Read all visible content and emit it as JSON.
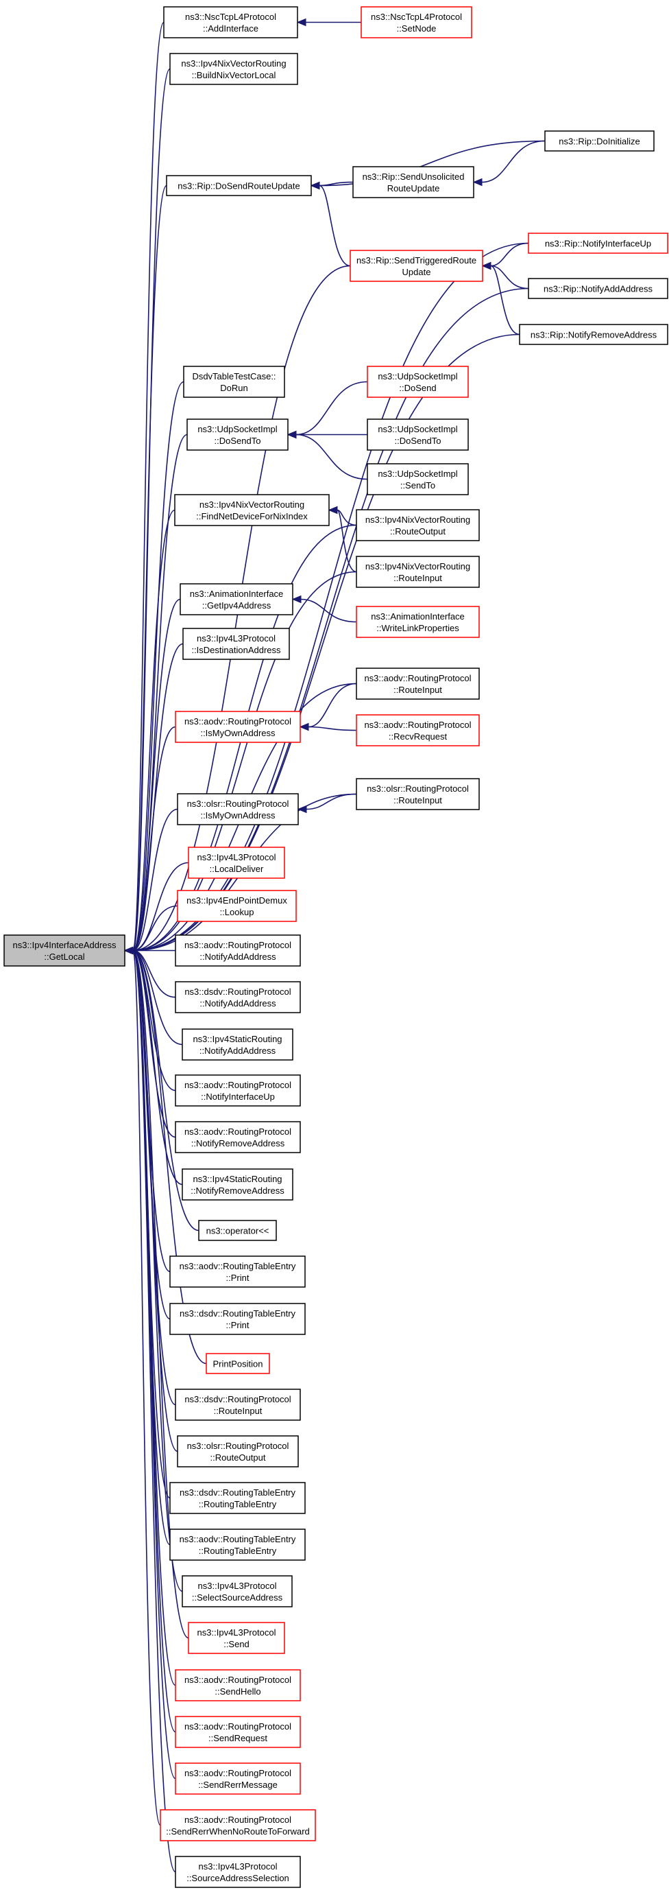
{
  "colors": {
    "edge": "#191970",
    "red_border": "#ff0000",
    "black_border": "#000000",
    "root_fill": "#bfbfbf"
  },
  "nodes": {
    "root": {
      "lines": [
        "ns3::Ipv4InterfaceAddress",
        "::GetLocal"
      ],
      "style": "root"
    },
    "nsc_add": {
      "lines": [
        "ns3::NscTcpL4Protocol",
        "::AddInterface"
      ],
      "style": "black"
    },
    "nsc_setnode": {
      "lines": [
        "ns3::NscTcpL4Protocol",
        "::SetNode"
      ],
      "style": "red"
    },
    "nix_build": {
      "lines": [
        "ns3::Ipv4NixVectorRouting",
        "::BuildNixVectorLocal"
      ],
      "style": "black"
    },
    "rip_doinit": {
      "lines": [
        "ns3::Rip::DoInitialize"
      ],
      "style": "black"
    },
    "rip_dosend": {
      "lines": [
        "ns3::Rip::DoSendRouteUpdate"
      ],
      "style": "black"
    },
    "rip_sendunsol": {
      "lines": [
        "ns3::Rip::SendUnsolicited",
        "RouteUpdate"
      ],
      "style": "black"
    },
    "rip_trig": {
      "lines": [
        "ns3::Rip::SendTriggeredRoute",
        "Update"
      ],
      "style": "red"
    },
    "rip_ifup": {
      "lines": [
        "ns3::Rip::NotifyInterfaceUp"
      ],
      "style": "red"
    },
    "rip_addaddr": {
      "lines": [
        "ns3::Rip::NotifyAddAddress"
      ],
      "style": "black"
    },
    "rip_remaddr": {
      "lines": [
        "ns3::Rip::NotifyRemoveAddress"
      ],
      "style": "black"
    },
    "dsdv_test": {
      "lines": [
        "DsdvTableTestCase::",
        "DoRun"
      ],
      "style": "black"
    },
    "udp_dosendto": {
      "lines": [
        "ns3::UdpSocketImpl",
        "::DoSendTo"
      ],
      "style": "black"
    },
    "udp_dosend": {
      "lines": [
        "ns3::UdpSocketImpl",
        "::DoSend"
      ],
      "style": "red"
    },
    "udp_dosendto2": {
      "lines": [
        "ns3::UdpSocketImpl",
        "::DoSendTo"
      ],
      "style": "black"
    },
    "udp_sendto": {
      "lines": [
        "ns3::UdpSocketImpl",
        "::SendTo"
      ],
      "style": "black"
    },
    "nix_find": {
      "lines": [
        "ns3::Ipv4NixVectorRouting",
        "::FindNetDeviceForNixIndex"
      ],
      "style": "black"
    },
    "nix_routeout": {
      "lines": [
        "ns3::Ipv4NixVectorRouting",
        "::RouteOutput"
      ],
      "style": "black"
    },
    "nix_routein": {
      "lines": [
        "ns3::Ipv4NixVectorRouting",
        "::RouteInput"
      ],
      "style": "black"
    },
    "anim_get": {
      "lines": [
        "ns3::AnimationInterface",
        "::GetIpv4Address"
      ],
      "style": "black"
    },
    "anim_write": {
      "lines": [
        "ns3::AnimationInterface",
        "::WriteLinkProperties"
      ],
      "style": "red"
    },
    "l3_isdest": {
      "lines": [
        "ns3::Ipv4L3Protocol",
        "::IsDestinationAddress"
      ],
      "style": "black"
    },
    "aodv_routein": {
      "lines": [
        "ns3::aodv::RoutingProtocol",
        "::RouteInput"
      ],
      "style": "black"
    },
    "aodv_ismy": {
      "lines": [
        "ns3::aodv::RoutingProtocol",
        "::IsMyOwnAddress"
      ],
      "style": "red"
    },
    "aodv_recvreq": {
      "lines": [
        "ns3::aodv::RoutingProtocol",
        "::RecvRequest"
      ],
      "style": "red"
    },
    "olsr_routein": {
      "lines": [
        "ns3::olsr::RoutingProtocol",
        "::RouteInput"
      ],
      "style": "black"
    },
    "olsr_ismy": {
      "lines": [
        "ns3::olsr::RoutingProtocol",
        "::IsMyOwnAddress"
      ],
      "style": "black"
    },
    "l3_local": {
      "lines": [
        "ns3::Ipv4L3Protocol",
        "::LocalDeliver"
      ],
      "style": "red"
    },
    "epd_lookup": {
      "lines": [
        "ns3::Ipv4EndPointDemux",
        "::Lookup"
      ],
      "style": "red"
    },
    "aodv_notifyadd": {
      "lines": [
        "ns3::aodv::RoutingProtocol",
        "::NotifyAddAddress"
      ],
      "style": "black"
    },
    "dsdv_notifyadd": {
      "lines": [
        "ns3::dsdv::RoutingProtocol",
        "::NotifyAddAddress"
      ],
      "style": "black"
    },
    "static_notifyadd": {
      "lines": [
        "ns3::Ipv4StaticRouting",
        "::NotifyAddAddress"
      ],
      "style": "black"
    },
    "aodv_notifyifup": {
      "lines": [
        "ns3::aodv::RoutingProtocol",
        "::NotifyInterfaceUp"
      ],
      "style": "black"
    },
    "aodv_notifyrem": {
      "lines": [
        "ns3::aodv::RoutingProtocol",
        "::NotifyRemoveAddress"
      ],
      "style": "black"
    },
    "static_notifyrem": {
      "lines": [
        "ns3::Ipv4StaticRouting",
        "::NotifyRemoveAddress"
      ],
      "style": "black"
    },
    "op_ltlt": {
      "lines": [
        "ns3::operator<<"
      ],
      "style": "black"
    },
    "aodv_rte_print": {
      "lines": [
        "ns3::aodv::RoutingTableEntry",
        "::Print"
      ],
      "style": "black"
    },
    "dsdv_rte_print": {
      "lines": [
        "ns3::dsdv::RoutingTableEntry",
        "::Print"
      ],
      "style": "black"
    },
    "print_pos": {
      "lines": [
        "PrintPosition"
      ],
      "style": "red"
    },
    "dsdv_routein": {
      "lines": [
        "ns3::dsdv::RoutingProtocol",
        "::RouteInput"
      ],
      "style": "black"
    },
    "olsr_routeout": {
      "lines": [
        "ns3::olsr::RoutingProtocol",
        "::RouteOutput"
      ],
      "style": "black"
    },
    "dsdv_rte_ctor": {
      "lines": [
        "ns3::dsdv::RoutingTableEntry",
        "::RoutingTableEntry"
      ],
      "style": "black"
    },
    "aodv_rte_ctor": {
      "lines": [
        "ns3::aodv::RoutingTableEntry",
        "::RoutingTableEntry"
      ],
      "style": "black"
    },
    "l3_selsrc": {
      "lines": [
        "ns3::Ipv4L3Protocol",
        "::SelectSourceAddress"
      ],
      "style": "black"
    },
    "l3_send": {
      "lines": [
        "ns3::Ipv4L3Protocol",
        "::Send"
      ],
      "style": "red"
    },
    "aodv_hello": {
      "lines": [
        "ns3::aodv::RoutingProtocol",
        "::SendHello"
      ],
      "style": "red"
    },
    "aodv_sendreq": {
      "lines": [
        "ns3::aodv::RoutingProtocol",
        "::SendRequest"
      ],
      "style": "red"
    },
    "aodv_rerrmsg": {
      "lines": [
        "ns3::aodv::RoutingProtocol",
        "::SendRerrMessage"
      ],
      "style": "red"
    },
    "aodv_rerrnoroute": {
      "lines": [
        "ns3::aodv::RoutingProtocol",
        "::SendRerrWhenNoRouteToForward"
      ],
      "style": "red"
    },
    "l3_srcsel": {
      "lines": [
        "ns3::Ipv4L3Protocol",
        "::SourceAddressSelection"
      ],
      "style": "black"
    }
  },
  "edges": [
    [
      "nsc_add",
      "root"
    ],
    [
      "nix_build",
      "root"
    ],
    [
      "rip_dosend",
      "root"
    ],
    [
      "rip_trig",
      "root"
    ],
    [
      "rip_ifup",
      "root"
    ],
    [
      "rip_addaddr",
      "root"
    ],
    [
      "rip_remaddr",
      "root"
    ],
    [
      "dsdv_test",
      "root"
    ],
    [
      "udp_dosendto",
      "root"
    ],
    [
      "nix_find",
      "root"
    ],
    [
      "nix_routeout",
      "root"
    ],
    [
      "nix_routein",
      "root"
    ],
    [
      "anim_get",
      "root"
    ],
    [
      "l3_isdest",
      "root"
    ],
    [
      "aodv_routein",
      "root"
    ],
    [
      "aodv_ismy",
      "root"
    ],
    [
      "olsr_ismy",
      "root"
    ],
    [
      "olsr_routein",
      "root"
    ],
    [
      "l3_local",
      "root"
    ],
    [
      "epd_lookup",
      "root"
    ],
    [
      "aodv_notifyadd",
      "root"
    ],
    [
      "dsdv_notifyadd",
      "root"
    ],
    [
      "static_notifyadd",
      "root"
    ],
    [
      "aodv_notifyifup",
      "root"
    ],
    [
      "aodv_notifyrem",
      "root"
    ],
    [
      "static_notifyrem",
      "root"
    ],
    [
      "op_ltlt",
      "root"
    ],
    [
      "aodv_rte_print",
      "root"
    ],
    [
      "dsdv_rte_print",
      "root"
    ],
    [
      "print_pos",
      "root"
    ],
    [
      "dsdv_routein",
      "root"
    ],
    [
      "olsr_routeout",
      "root"
    ],
    [
      "dsdv_rte_ctor",
      "root"
    ],
    [
      "aodv_rte_ctor",
      "root"
    ],
    [
      "l3_selsrc",
      "root"
    ],
    [
      "l3_send",
      "root"
    ],
    [
      "aodv_hello",
      "root"
    ],
    [
      "aodv_sendreq",
      "root"
    ],
    [
      "aodv_rerrmsg",
      "root"
    ],
    [
      "aodv_rerrnoroute",
      "root"
    ],
    [
      "l3_srcsel",
      "root"
    ],
    [
      "nsc_setnode",
      "nsc_add"
    ],
    [
      "rip_doinit",
      "rip_dosend"
    ],
    [
      "rip_sendunsol",
      "rip_dosend"
    ],
    [
      "rip_trig",
      "rip_dosend"
    ],
    [
      "rip_doinit",
      "rip_sendunsol"
    ],
    [
      "rip_ifup",
      "rip_trig"
    ],
    [
      "rip_addaddr",
      "rip_trig"
    ],
    [
      "rip_remaddr",
      "rip_trig"
    ],
    [
      "udp_dosend",
      "udp_dosendto"
    ],
    [
      "udp_dosendto2",
      "udp_dosendto"
    ],
    [
      "udp_sendto",
      "udp_dosendto"
    ],
    [
      "nix_routeout",
      "nix_find"
    ],
    [
      "nix_routein",
      "nix_find"
    ],
    [
      "anim_write",
      "anim_get"
    ],
    [
      "aodv_routein",
      "aodv_ismy"
    ],
    [
      "aodv_recvreq",
      "aodv_ismy"
    ],
    [
      "olsr_routein",
      "olsr_ismy"
    ]
  ]
}
